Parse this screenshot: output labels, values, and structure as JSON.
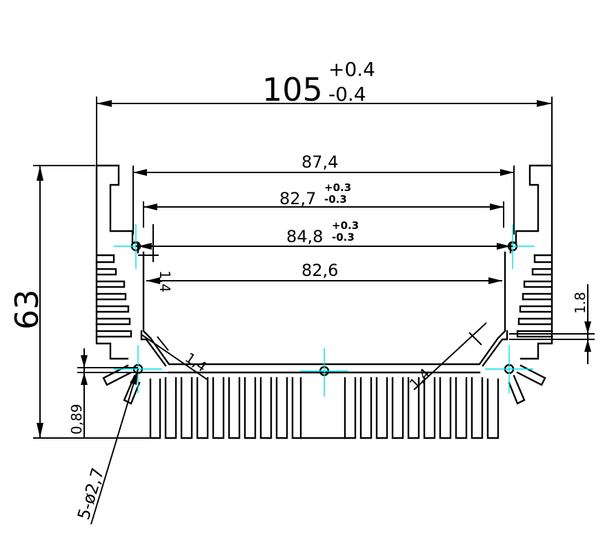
{
  "dimensions": {
    "overall_width": {
      "value": "105",
      "tol_plus": "+0.4",
      "tol_minus": "-0.4"
    },
    "inner_width_top": {
      "value": "87,4"
    },
    "slot_width": {
      "value": "82,7",
      "tol_plus": "+0.3",
      "tol_minus": "-0.3"
    },
    "hole_spacing": {
      "value": "84,8",
      "tol_plus": "+0.3",
      "tol_minus": "-0.3"
    },
    "inner_width_bottom": {
      "value": "82,6"
    },
    "height": {
      "value": "63"
    },
    "wall_thickness_left": {
      "value": "1,4"
    },
    "wall_thickness_side": {
      "value": "1,4"
    },
    "wall_thickness_diag_left": {
      "value": "1,4"
    },
    "wall_thickness_diag_right": {
      "value": "1,4"
    },
    "fin_thickness": {
      "value": "1.8"
    },
    "base_offset": {
      "value": "0,89"
    },
    "holes": {
      "value": "5-ø2,7"
    }
  },
  "colors": {
    "outline": "#000000",
    "centerline": "#00e0e8",
    "background": "#ffffff"
  }
}
